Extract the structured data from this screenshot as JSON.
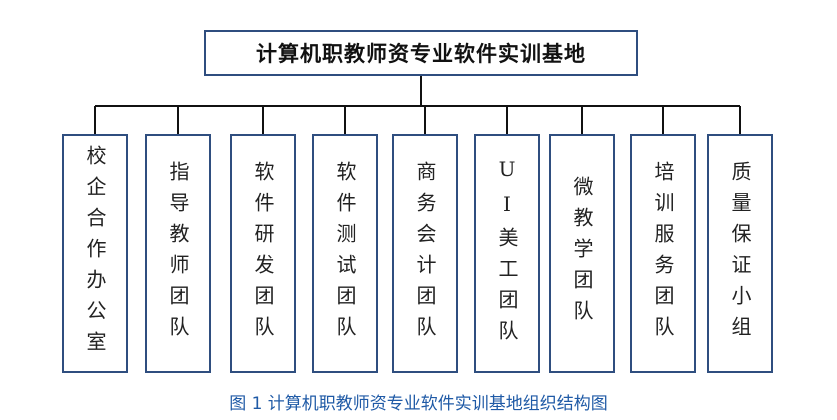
{
  "diagram": {
    "root": "计算机职教师资专业软件实训基地",
    "children": [
      "校企合作办公室",
      "指导教师团队",
      "软件研发团队",
      "软件测试团队",
      "商务会计团队",
      "UI美工团队",
      "微教学团队",
      "培训服务团队",
      "质量保证小组"
    ],
    "caption": "图 1 计算机职教师资专业软件实训基地组织结构图",
    "colors": {
      "border": "#2f4e7f",
      "connector": "#111111",
      "caption": "#1f5aa6"
    }
  }
}
